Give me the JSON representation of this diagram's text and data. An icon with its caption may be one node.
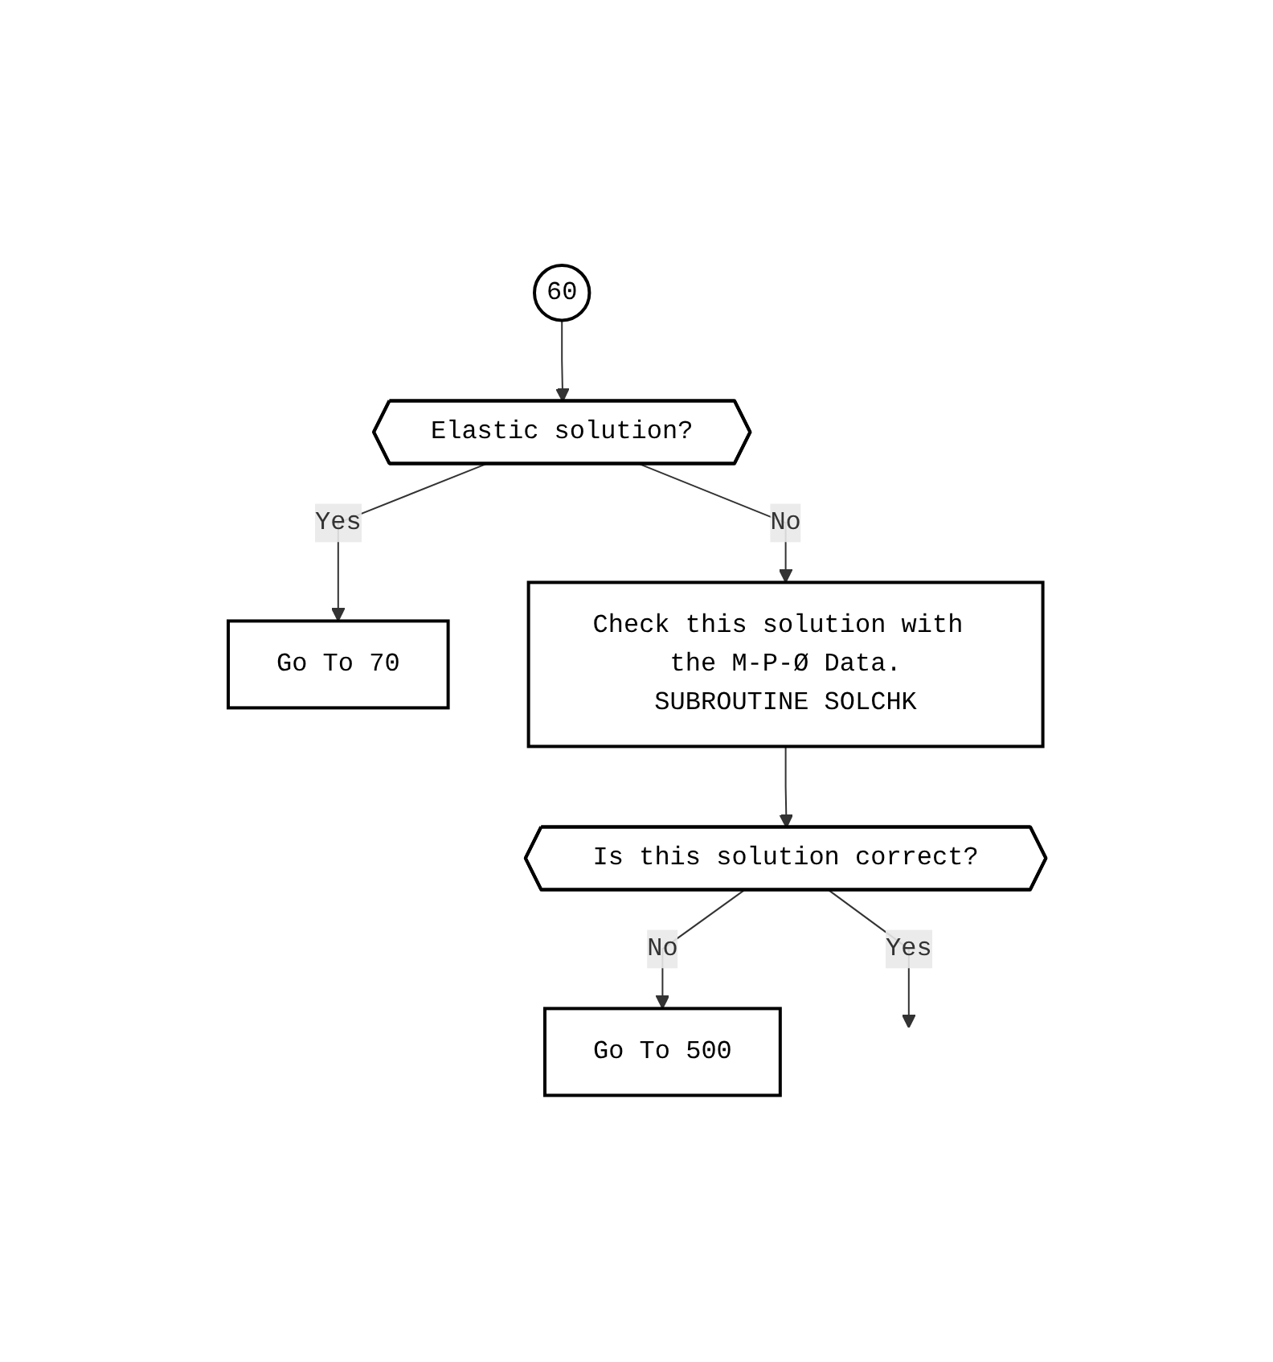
{
  "diagram": {
    "nodes": [
      {
        "text": [
          "60"
        ]
      },
      {
        "text": [
          "Elastic solution?"
        ]
      },
      {
        "text": [
          "Go To 70"
        ]
      },
      {
        "text": [
          "Check this solution with the M-P-Ø Data.",
          "SUBROUTINE SOLCHK"
        ]
      },
      {
        "text": [
          "Is this solution correct?"
        ]
      },
      {
        "text": [
          "Go To 500"
        ]
      }
    ],
    "edges": [
      {
        "from": 0,
        "to": 1,
        "arrow": "to"
      },
      {
        "from": 1,
        "to": 2,
        "arrow": "to",
        "label": "Yes"
      },
      {
        "from": 1,
        "to": 3,
        "arrow": "to",
        "label": "No"
      },
      {
        "from": 3,
        "to": 4,
        "arrow": "to"
      },
      {
        "from": 4,
        "to": 5,
        "arrow": "to",
        "label": "No"
      },
      {
        "from": 4,
        "to": null,
        "arrow": "to",
        "label": "Yes"
      }
    ]
  }
}
